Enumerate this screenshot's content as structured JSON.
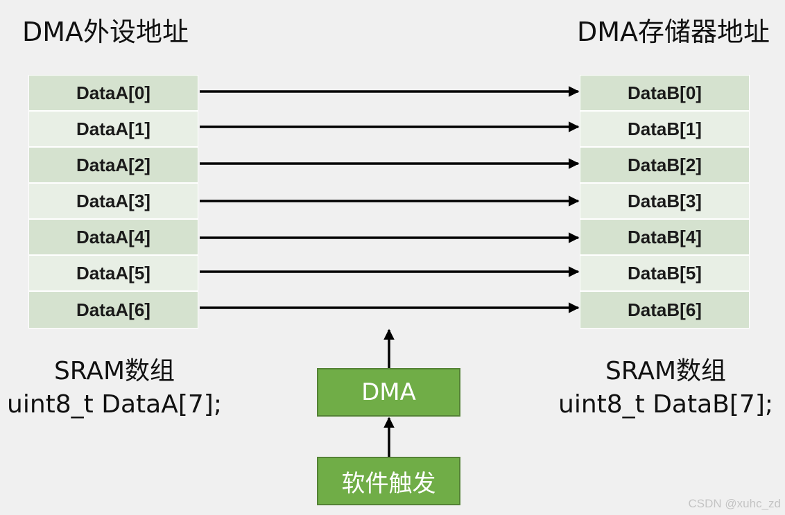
{
  "left": {
    "title": "DMA外设地址",
    "cells": [
      "DataA[0]",
      "DataA[1]",
      "DataA[2]",
      "DataA[3]",
      "DataA[4]",
      "DataA[5]",
      "DataA[6]"
    ],
    "caption_line1": "SRAM数组",
    "caption_line2": "uint8_t DataA[7];"
  },
  "right": {
    "title": "DMA存储器地址",
    "cells": [
      "DataB[0]",
      "DataB[1]",
      "DataB[2]",
      "DataB[3]",
      "DataB[4]",
      "DataB[5]",
      "DataB[6]"
    ],
    "caption_line1": "SRAM数组",
    "caption_line2": "uint8_t DataB[7];"
  },
  "center": {
    "dma_label": "DMA",
    "trigger_label": "软件触发"
  },
  "watermark": "CSDN @xuhc_zd",
  "colors": {
    "cell_dark": "#d5e2cf",
    "cell_light": "#e8efe5",
    "box_fill": "#70ad47",
    "box_border": "#548235",
    "arrow": "#000000"
  }
}
